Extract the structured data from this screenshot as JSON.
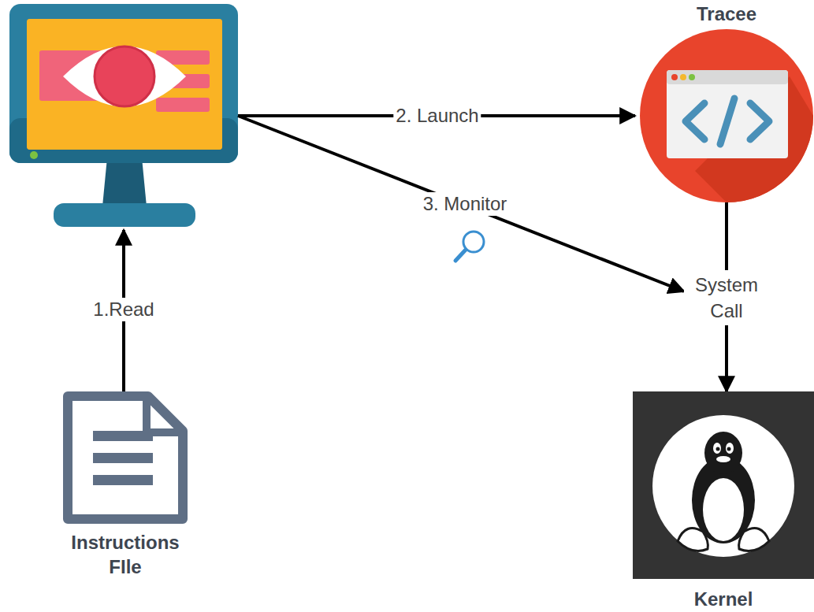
{
  "diagram": {
    "nodes": [
      {
        "text": [
          "Instructions FIle"
        ]
      },
      {
        "text": [
          "Tracee"
        ]
      },
      {
        "text": [
          "Kernel"
        ]
      }
    ],
    "edges": [
      {
        "from": 1,
        "to": 2,
        "label": "System Call",
        "arrow": "to"
      }
    ],
    "labels": [
      "1.Read",
      "2. Launch",
      "3. Monitor"
    ]
  }
}
